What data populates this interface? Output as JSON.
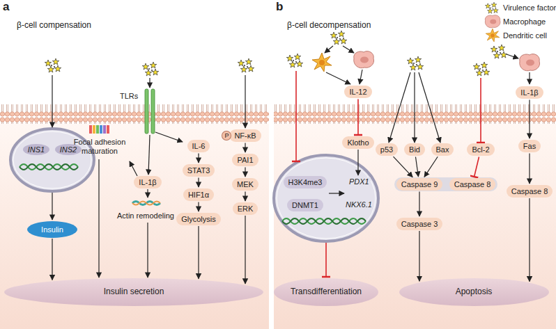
{
  "diagram": {
    "nodes": [
      {
        "text": [
          "INS1"
        ]
      },
      {
        "text": [
          "INS2"
        ]
      },
      {
        "text": [
          "Insulin"
        ]
      },
      {
        "text": [
          "IL-1β"
        ]
      },
      {
        "text": [
          "IL-6"
        ]
      },
      {
        "text": [
          "STAT3"
        ]
      },
      {
        "text": [
          "HIF1α"
        ]
      },
      {
        "text": [
          "Glycolysis"
        ]
      },
      {
        "text": [
          "NF-κB"
        ]
      },
      {
        "text": [
          "P"
        ]
      },
      {
        "text": [
          "PAI1"
        ]
      },
      {
        "text": [
          "MEK"
        ]
      },
      {
        "text": [
          "ERK"
        ]
      },
      {
        "text": [
          "Insulin secretion"
        ]
      },
      {
        "text": [
          "IL-12"
        ]
      },
      {
        "text": [
          "Klotho"
        ]
      },
      {
        "text": [
          "H3K4me3"
        ]
      },
      {
        "text": [
          "DNMT1"
        ]
      },
      {
        "text": [
          "Transdifferentiation"
        ]
      },
      {
        "text": [
          "p53"
        ]
      },
      {
        "text": [
          "Bid"
        ]
      },
      {
        "text": [
          "Bax"
        ]
      },
      {
        "text": [
          "Bcl-2"
        ]
      },
      {
        "text": [
          "Caspase 9"
        ]
      },
      {
        "text": [
          "Caspase 8"
        ]
      },
      {
        "text": [
          "Caspase 3"
        ]
      },
      {
        "text": [
          "IL-1β"
        ]
      },
      {
        "text": [
          "Fas"
        ]
      },
      {
        "text": [
          "Caspase 8"
        ]
      },
      {
        "text": [
          "Apoptosis"
        ]
      }
    ],
    "edges": [
      {
        "from": 2,
        "to": 13,
        "arrow": "to"
      },
      {
        "from": 4,
        "to": 5,
        "arrow": "to"
      },
      {
        "from": 5,
        "to": 6,
        "arrow": "to"
      },
      {
        "from": 6,
        "to": 7,
        "arrow": "to"
      },
      {
        "from": 7,
        "to": 13,
        "arrow": "to"
      },
      {
        "from": 8,
        "to": 10,
        "arrow": "to"
      },
      {
        "from": 10,
        "to": 11,
        "arrow": "to"
      },
      {
        "from": 11,
        "to": 12,
        "arrow": "to"
      },
      {
        "from": 12,
        "to": 13,
        "arrow": "to"
      },
      {
        "from": 14,
        "to": 15,
        "arrow": "to"
      },
      {
        "from": 19,
        "to": 23,
        "arrow": "to"
      },
      {
        "from": 20,
        "to": 23,
        "arrow": "to"
      },
      {
        "from": 21,
        "to": 23,
        "arrow": "to"
      },
      {
        "from": 22,
        "to": 24,
        "arrow": "to"
      },
      {
        "from": 23,
        "to": 25,
        "arrow": "to"
      },
      {
        "from": 25,
        "to": 29,
        "arrow": "to"
      },
      {
        "from": 26,
        "to": 27,
        "arrow": "to"
      },
      {
        "from": 27,
        "to": 28,
        "arrow": "to"
      },
      {
        "from": 28,
        "to": 29,
        "arrow": "to"
      }
    ],
    "labels": [
      "a",
      "β-cell compensation",
      "TLRs",
      "Focal adhesion maturation",
      "Actin remodeling",
      "b",
      "β-cell decompensation",
      "PDX1",
      "NKX6.1"
    ],
    "legend": [
      {
        "text": "Virulence factor"
      },
      {
        "text": "Macrophage"
      },
      {
        "text": "Dendritic cell"
      }
    ]
  }
}
